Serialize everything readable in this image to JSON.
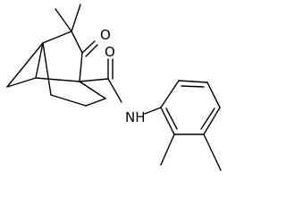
{
  "structure": {
    "atoms": {
      "oxygen_ketone": "O",
      "oxygen_amide": "O",
      "amide_nitrogen": "NH"
    }
  }
}
